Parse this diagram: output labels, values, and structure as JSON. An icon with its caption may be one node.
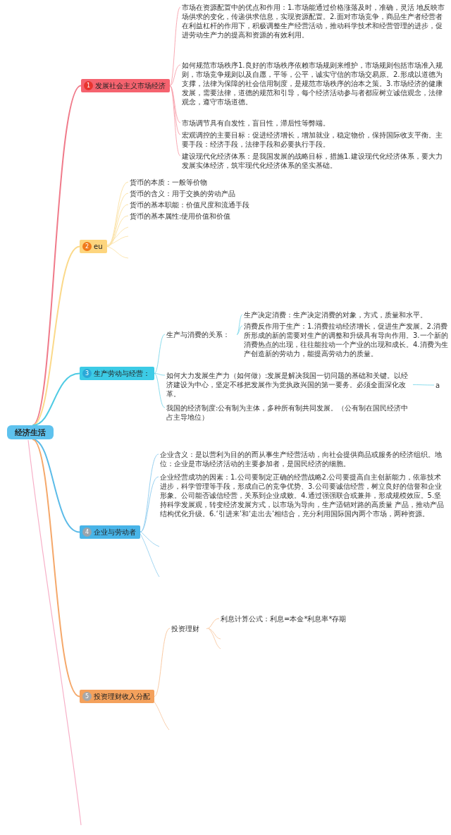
{
  "diagram": {
    "nodes": [
      {
        "text": [
          "经济生活"
        ]
      },
      {
        "text": [
          "1",
          "发展社会主义市场经济"
        ]
      },
      {
        "text": [
          "市场在资源配置中的优点和作用：1.市场能通过价格涨落及时，准确，灵活 地反映市场供求的变化，传递供求信息，实现资源配置。2.面对市场竞争，商品生产者经营者在利益杠杆的作用下，积极调整生产经营活动，推动科学技术和经营管理的进步，促进劳动生产力的提高和资源的有效利用。"
        ]
      },
      {
        "text": [
          "如何规范市场秩序1.良好的市场秩序依赖市场规则来维护，市场规则包括市场准入规则，市场竞争规则以及自愿，平等，公平，诚实守信的市场交易原。2.形成以道德为支撑，法律为保障的社会信用制度，是规范市场秩序的治本之策。3.市场经济的健康发展，需要法律，道德的规范和引导，每个经济活动参与者都应树立诚信观念，法律观念，遵守市场道德。"
        ]
      },
      {
        "text": [
          "市场调节具有自发性，盲目性，滞后性等弊端。"
        ]
      },
      {
        "text": [
          "宏观调控的主要目标：促进经济增长，增加就业，稳定物价，保持国际收支平衡。主要手段：经济手段，法律手段和必要执行手段。"
        ]
      },
      {
        "text": [
          "建设现代化经济体系：是我国发展的战略目标，措施1.建设现代化经济体系，要大力发展实体经济，筑牢现代化经济体系的坚实基础。"
        ]
      },
      {
        "text": [
          "2",
          "eu"
        ]
      },
      {
        "text": [
          "货币的本质：一般等价物"
        ]
      },
      {
        "text": [
          "货币的含义：用于交换的劳动产品"
        ]
      },
      {
        "text": [
          "货币的基本职能：价值尺度和流通手段"
        ]
      },
      {
        "text": [
          "货币的基本属性:使用价值和价值"
        ]
      },
      {
        "text": [
          "3",
          "生产劳动与经营："
        ]
      },
      {
        "text": [
          "生产与消费的关系："
        ]
      },
      {
        "text": [
          "生产决定消费：生产决定消费的对象，方式，质量和水平。"
        ]
      },
      {
        "text": [
          "消费反作用于生产：1.消费拉动经济增长，促进生产发展。2.消费所形成的新的需要对生产的调整和升级具有导向作用。3.一个新的消费热点的出现，往往能拉动一个产业的出现和成长。4.消费为生产创造新的劳动力，能提高劳动力的质量。"
        ]
      },
      {
        "text": [
          "如何大力发展生产力（如何做）:发展是解决我国一切问题的基础和关键。以经济建设为中心，坚定不移把发展作为党执政兴国的第一要务。必须全面深化改革。"
        ]
      },
      {
        "text": [
          "a"
        ]
      },
      {
        "text": [
          "我国的经济制度:公有制为主体，多种所有制共同发展。（公有制在国民经济中占主导地位）"
        ]
      },
      {
        "text": [
          "4",
          "企业与劳动者"
        ]
      },
      {
        "text": [
          "企业含义：是以营利为目的的而从事生产经营活动，向社会提供商品或服务的经济组织。地位：企业是市场经济活动的主要参加者，是国民经济的细胞。"
        ]
      },
      {
        "text": [
          "企业经营成功的因素：1.公司要制定正确的经营战略2.公司要提高自主创新能力，依靠技术进步，科学管理等手段，形成自己的竞争优势、3.公司要诚信经营，树立良好的信誉和企业形象。公司能否诚信经营，关系到企业成败。4.通过强强联合或兼并，形成规模效应。5.坚持科学发展观，转变经济发展方式，以市场为导向，生产适销对路的高质量 产品，推动产品结构优化升级。6.‘引进来’和‘走出去’相结合，充分利用国际国内两个市场，两种资源。"
        ]
      },
      {
        "text": [
          "5",
          "投资理财收入分配"
        ]
      },
      {
        "text": [
          "投资理财"
        ]
      },
      {
        "text": [
          "利息计算公式：利息=本金*利息率*存期"
        ]
      }
    ],
    "edges": [
      {
        "from": 0,
        "to": 1,
        "arrow": "none",
        "color": "#f07a8a"
      },
      {
        "from": 0,
        "to": 7,
        "arrow": "none",
        "color": "#fbd98a"
      },
      {
        "from": 0,
        "to": 12,
        "arrow": "none",
        "color": "#4fcbe4"
      },
      {
        "from": 0,
        "to": 19,
        "arrow": "none",
        "color": "#5bbbe8"
      },
      {
        "from": 0,
        "to": 22,
        "arrow": "none",
        "color": "#f5a86a"
      },
      {
        "from": 1,
        "to": 2,
        "arrow": "none",
        "color": "#f7a0ac"
      },
      {
        "from": 1,
        "to": 3,
        "arrow": "none",
        "color": "#f7a0ac"
      },
      {
        "from": 1,
        "to": 4,
        "arrow": "none",
        "color": "#f7a0ac"
      },
      {
        "from": 1,
        "to": 5,
        "arrow": "none",
        "color": "#f7a0ac"
      },
      {
        "from": 1,
        "to": 6,
        "arrow": "none",
        "color": "#f7a0ac"
      },
      {
        "from": 7,
        "to": 8,
        "arrow": "none",
        "color": "#fbe0a0"
      },
      {
        "from": 7,
        "to": 9,
        "arrow": "none",
        "color": "#fbe0a0"
      },
      {
        "from": 7,
        "to": 10,
        "arrow": "none",
        "color": "#fbe0a0"
      },
      {
        "from": 7,
        "to": 11,
        "arrow": "none",
        "color": "#fbe0a0"
      },
      {
        "from": 12,
        "to": 13,
        "arrow": "none",
        "color": "#7fd8ea"
      },
      {
        "from": 13,
        "to": 14,
        "arrow": "none",
        "color": "#7fd8ea"
      },
      {
        "from": 13,
        "to": 15,
        "arrow": "none",
        "color": "#7fd8ea"
      },
      {
        "from": 12,
        "to": 16,
        "arrow": "none",
        "color": "#7fd8ea"
      },
      {
        "from": 16,
        "to": 17,
        "arrow": "none",
        "color": "#7fd8ea"
      },
      {
        "from": 12,
        "to": 18,
        "arrow": "none",
        "color": "#7fd8ea"
      },
      {
        "from": 19,
        "to": 20,
        "arrow": "none",
        "color": "#8ccbee"
      },
      {
        "from": 19,
        "to": 21,
        "arrow": "none",
        "color": "#8ccbee"
      },
      {
        "from": 22,
        "to": 23,
        "arrow": "none",
        "color": "#f8c49a"
      },
      {
        "from": 23,
        "to": 24,
        "arrow": "none",
        "color": "#f8c49a"
      }
    ]
  }
}
